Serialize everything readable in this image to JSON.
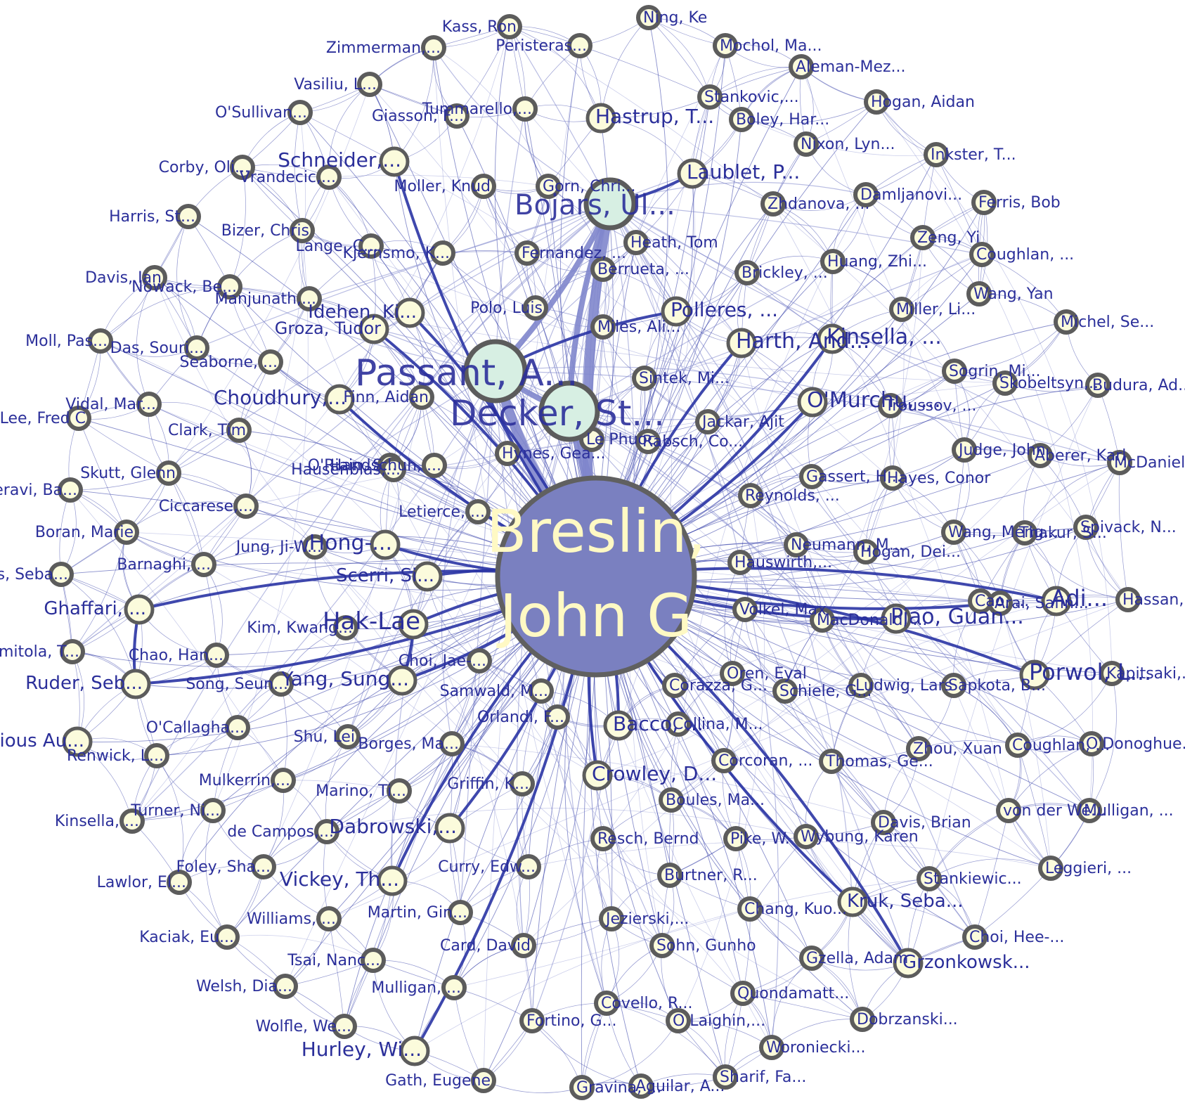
{
  "colors": {
    "edge_strong": "#2a34a4",
    "edge_light": "#7f86cc",
    "edge_faint": "#b9bde6",
    "label": "#2b2f9a",
    "label_large": "#2f78b0",
    "node_fill": "#fbfbdc",
    "node_fill_hub": "#d7efe3",
    "node_stroke": "#5c5c5c",
    "center_fill": "#7a80c0",
    "center_text": "#fff9c4"
  },
  "center": {
    "id": "breslin",
    "label_lines": [
      "Breslin,",
      "John G"
    ]
  },
  "hubs": [
    {
      "id": "passant",
      "label": "Passant, A..."
    },
    {
      "id": "decker",
      "label": "Decker, St..."
    },
    {
      "id": "bojars",
      "label": "Bojars, Ul..."
    }
  ],
  "nodes": [
    {
      "id": "kass",
      "label": "Kass, Ron"
    },
    {
      "id": "ning",
      "label": "Ning, Ke"
    },
    {
      "id": "zimmerman",
      "label": "Zimmerman,..."
    },
    {
      "id": "peristeras",
      "label": "Peristeras..."
    },
    {
      "id": "mochol",
      "label": "Mochol, Ma..."
    },
    {
      "id": "vasiliu",
      "label": "Vasiliu, L..."
    },
    {
      "id": "aleman",
      "label": "Aleman-Mez..."
    },
    {
      "id": "osullivan",
      "label": "O'Sullivan..."
    },
    {
      "id": "giasson",
      "label": "Giasson, F..."
    },
    {
      "id": "tummarello",
      "label": "Tummarello,..."
    },
    {
      "id": "hastrup",
      "label": "Hastrup, T..."
    },
    {
      "id": "stankovic",
      "label": "Stankovic,..."
    },
    {
      "id": "boley",
      "label": "Boley, Har..."
    },
    {
      "id": "hogan_aidan",
      "label": "Hogan, Aidan"
    },
    {
      "id": "nixon",
      "label": "Nixon, Lyn..."
    },
    {
      "id": "corby",
      "label": "Corby, Oli..."
    },
    {
      "id": "vrandecic",
      "label": "Vrandecic,..."
    },
    {
      "id": "schneider",
      "label": "Schneider,..."
    },
    {
      "id": "moller",
      "label": "Moller, Knud"
    },
    {
      "id": "gorn",
      "label": "Gorn, Chri..."
    },
    {
      "id": "laublet",
      "label": "Laublet, P..."
    },
    {
      "id": "inkster",
      "label": "Inkster, T..."
    },
    {
      "id": "zhdanova",
      "label": "Zhdanova, ..."
    },
    {
      "id": "damljanovic",
      "label": "Damljanovi..."
    },
    {
      "id": "ferris",
      "label": "Ferris, Bob"
    },
    {
      "id": "harris",
      "label": "Harris, St..."
    },
    {
      "id": "bizer",
      "label": "Bizer, Chris"
    },
    {
      "id": "lange",
      "label": "Lange, C..."
    },
    {
      "id": "kjernsmo",
      "label": "Kjernsmo, K..."
    },
    {
      "id": "fernandez",
      "label": "Fernandez, ..."
    },
    {
      "id": "heath",
      "label": "Heath, Tom"
    },
    {
      "id": "zeng",
      "label": "Zeng, Yi"
    },
    {
      "id": "coughlan_top",
      "label": "Coughlan, ..."
    },
    {
      "id": "berrueta",
      "label": "Berrueta, ..."
    },
    {
      "id": "brickley",
      "label": "Brickley, ..."
    },
    {
      "id": "huang",
      "label": "Huang, Zhi..."
    },
    {
      "id": "davis_ian",
      "label": "Davis, Ian"
    },
    {
      "id": "nowack",
      "label": "Nowack, Be..."
    },
    {
      "id": "manjunath",
      "label": "Manjunath,..."
    },
    {
      "id": "wang_yan",
      "label": "Wang, Yan"
    },
    {
      "id": "polo",
      "label": "Polo, Luis"
    },
    {
      "id": "miller",
      "label": "Miller, Li..."
    },
    {
      "id": "michel",
      "label": "Michel, Se..."
    },
    {
      "id": "idehen",
      "label": "Idehen, Ki..."
    },
    {
      "id": "polleres",
      "label": "Polleres, ..."
    },
    {
      "id": "moll",
      "label": "Moll, Pas..."
    },
    {
      "id": "groza",
      "label": "Groza, Tudor"
    },
    {
      "id": "miles",
      "label": "Miles, Ali..."
    },
    {
      "id": "harth",
      "label": "Harth, And..."
    },
    {
      "id": "kinsella_top",
      "label": "Kinsella, ..."
    },
    {
      "id": "das",
      "label": "Das, Souri..."
    },
    {
      "id": "seaborne",
      "label": "Seaborne, ..."
    },
    {
      "id": "sogrin",
      "label": "Sogrin, Mi..."
    },
    {
      "id": "sintek",
      "label": "Sintek, Mi..."
    },
    {
      "id": "skobeltsyn",
      "label": "Skobeltsyn,..."
    },
    {
      "id": "budura",
      "label": "Budura, Ad..."
    },
    {
      "id": "vidal",
      "label": "Vidal, Mar..."
    },
    {
      "id": "choudhury",
      "label": "Choudhury,..."
    },
    {
      "id": "finn",
      "label": "Finn, Aidan"
    },
    {
      "id": "omurchu",
      "label": "O'Murchu, ..."
    },
    {
      "id": "troussov",
      "label": "Troussov, ..."
    },
    {
      "id": "lee",
      "label": "Lee, Fred C"
    },
    {
      "id": "jackar",
      "label": "Jackar, Ajit"
    },
    {
      "id": "rabsch",
      "label": "Rabsch, Co..."
    },
    {
      "id": "clark",
      "label": "Clark, Tim"
    },
    {
      "id": "lephuoc",
      "label": "Le Phuoc, ..."
    },
    {
      "id": "judge",
      "label": "Judge, John"
    },
    {
      "id": "aberer",
      "label": "Aberer, Karl"
    },
    {
      "id": "mcdaniel",
      "label": "McDaniel, ..."
    },
    {
      "id": "oriain",
      "label": "O'Riain, S..."
    },
    {
      "id": "handschuh",
      "label": "Handschuh, ..."
    },
    {
      "id": "hynes",
      "label": "Hynes, Gea..."
    },
    {
      "id": "hausenblas",
      "label": "Hausenblas,..."
    },
    {
      "id": "skutt",
      "label": "Skutt, Glenn"
    },
    {
      "id": "gassert",
      "label": "Gassert, H..."
    },
    {
      "id": "hayes",
      "label": "Hayes, Conor"
    },
    {
      "id": "heravi",
      "label": "Heravi, Ba..."
    },
    {
      "id": "reynolds",
      "label": "Reynolds, ..."
    },
    {
      "id": "ciccarese",
      "label": "Ciccarese,..."
    },
    {
      "id": "letierce",
      "label": "Letierce, ..."
    },
    {
      "id": "thakur",
      "label": "Thakur, S..."
    },
    {
      "id": "spivack",
      "label": "Spivack, N..."
    },
    {
      "id": "boran",
      "label": "Boran, Marie"
    },
    {
      "id": "wang_meng",
      "label": "Wang, Meng..."
    },
    {
      "id": "jung",
      "label": "Jung, Ji-W..."
    },
    {
      "id": "hong",
      "label": "Hong-..."
    },
    {
      "id": "neumann",
      "label": "Neumann, M..."
    },
    {
      "id": "hogan_dei",
      "label": "Hogan, Dei..."
    },
    {
      "id": "barnaghi",
      "label": "Barnaghi, ..."
    },
    {
      "id": "hauswirth",
      "label": "Hauswirth,..."
    },
    {
      "id": "rios",
      "label": "Rios, Seba..."
    },
    {
      "id": "scerri",
      "label": "Scerri, Si..."
    },
    {
      "id": "arai",
      "label": "Arai, Safin..."
    },
    {
      "id": "cao",
      "label": "Cao, ..."
    },
    {
      "id": "adi",
      "label": "Adi..."
    },
    {
      "id": "hassan",
      "label": "Hassan, Is..."
    },
    {
      "id": "ghaffari",
      "label": "Ghaffari, ..."
    },
    {
      "id": "volkel",
      "label": "Volkel, Max"
    },
    {
      "id": "macdonald",
      "label": "MacDonald, ..."
    },
    {
      "id": "piao",
      "label": "Piao, Guan..."
    },
    {
      "id": "kim",
      "label": "Kim, Kwang..."
    },
    {
      "id": "hak_lae",
      "label": "Hak-Lae"
    },
    {
      "id": "omitola",
      "label": "Omitola, T..."
    },
    {
      "id": "chao",
      "label": "Chao, Han..."
    },
    {
      "id": "choi_jae",
      "label": "Choi, Jae-..."
    },
    {
      "id": "ruder",
      "label": "Ruder, Seb..."
    },
    {
      "id": "song",
      "label": "Song, Seun..."
    },
    {
      "id": "yang",
      "label": "Yang, Sung..."
    },
    {
      "id": "oren",
      "label": "Oren, Eyal"
    },
    {
      "id": "porwol",
      "label": "Porwol, L..."
    },
    {
      "id": "kapitsaki",
      "label": "Kapitsaki,..."
    },
    {
      "id": "samwald",
      "label": "Samwald, M..."
    },
    {
      "id": "corazza",
      "label": "Corazza, G..."
    },
    {
      "id": "schiele",
      "label": "Schiele, G..."
    },
    {
      "id": "ludwig",
      "label": "Ludwig, Lars"
    },
    {
      "id": "sapkota",
      "label": "Sapkota, B..."
    },
    {
      "id": "orlandi",
      "label": "Orlandi, F..."
    },
    {
      "id": "ocallaghan",
      "label": "O'Callagha..."
    },
    {
      "id": "various",
      "label": "Various Au..."
    },
    {
      "id": "shu",
      "label": "Shu, Lei"
    },
    {
      "id": "bacco",
      "label": "Bacco, ..."
    },
    {
      "id": "collina",
      "label": "Collina, M..."
    },
    {
      "id": "renwick",
      "label": "Renwick, L..."
    },
    {
      "id": "borges",
      "label": "Borges, Ma..."
    },
    {
      "id": "corcoran",
      "label": "Corcoran, ..."
    },
    {
      "id": "thomas",
      "label": "Thomas, Ge..."
    },
    {
      "id": "zhou",
      "label": "Zhou, Xuan"
    },
    {
      "id": "coughlan_mid",
      "label": "Coughlan, ..."
    },
    {
      "id": "odonoghue",
      "label": "O'Donoghue..."
    },
    {
      "id": "mulkerrin",
      "label": "Mulkerrin,..."
    },
    {
      "id": "griffin",
      "label": "Griffin, K..."
    },
    {
      "id": "crowley",
      "label": "Crowley, D..."
    },
    {
      "id": "marino",
      "label": "Marino, Ti..."
    },
    {
      "id": "boules",
      "label": "Boules, Ma..."
    },
    {
      "id": "turner",
      "label": "Turner, Ni..."
    },
    {
      "id": "vonderwe",
      "label": "von der We..."
    },
    {
      "id": "mulligan_r",
      "label": "Mulligan, ..."
    },
    {
      "id": "kinsella_l",
      "label": "Kinsella, ..."
    },
    {
      "id": "decampos",
      "label": "de Campos,..."
    },
    {
      "id": "dabrowski",
      "label": "Dabrowski,..."
    },
    {
      "id": "davis_brian",
      "label": "Davis, Brian"
    },
    {
      "id": "resch",
      "label": "Resch, Bernd"
    },
    {
      "id": "pike",
      "label": "Pike, W."
    },
    {
      "id": "wybung",
      "label": "Wybung, Karen"
    },
    {
      "id": "foley",
      "label": "Foley, Sha..."
    },
    {
      "id": "leggieri",
      "label": "Leggieri, ..."
    },
    {
      "id": "lawlor",
      "label": "Lawlor, El..."
    },
    {
      "id": "vickey",
      "label": "Vickey, Th..."
    },
    {
      "id": "curry",
      "label": "Curry, Edw..."
    },
    {
      "id": "burtner",
      "label": "Burtner, R..."
    },
    {
      "id": "stankiewicz",
      "label": "Stankiewic..."
    },
    {
      "id": "kruk",
      "label": "Kruk, Seba..."
    },
    {
      "id": "chang",
      "label": "Chang, Kuo..."
    },
    {
      "id": "williams",
      "label": "Williams, ..."
    },
    {
      "id": "martin",
      "label": "Martin, Gin..."
    },
    {
      "id": "jezierski",
      "label": "Jezierski,..."
    },
    {
      "id": "choi_hee",
      "label": "Choi, Hee-..."
    },
    {
      "id": "kaciak",
      "label": "Kaciak, Eu..."
    },
    {
      "id": "card",
      "label": "Card, David"
    },
    {
      "id": "sohn",
      "label": "Sohn, Gunho"
    },
    {
      "id": "tsai",
      "label": "Tsai, Nanc..."
    },
    {
      "id": "gzella",
      "label": "Gzella, Adam"
    },
    {
      "id": "grzonkowski",
      "label": "Grzonkowsk..."
    },
    {
      "id": "welsh",
      "label": "Welsh, Dia..."
    },
    {
      "id": "mulligan_b",
      "label": "Mulligan, ..."
    },
    {
      "id": "quondamatteo",
      "label": "Quondamatt..."
    },
    {
      "id": "covello",
      "label": "Covello, R..."
    },
    {
      "id": "dobrzanski",
      "label": "Dobrzanski..."
    },
    {
      "id": "fortino",
      "label": "Fortino, G..."
    },
    {
      "id": "olaighin",
      "label": "O Laighin,..."
    },
    {
      "id": "wolfle",
      "label": "Wolfle, We..."
    },
    {
      "id": "woroniecki",
      "label": "Woroniecki..."
    },
    {
      "id": "hurley",
      "label": "Hurley, Wi..."
    },
    {
      "id": "gath",
      "label": "Gath, Eugene"
    },
    {
      "id": "sharif",
      "label": "Sharif, Fa..."
    },
    {
      "id": "gravina",
      "label": "Gravina, ..."
    },
    {
      "id": "aguilar",
      "label": "Aguilar, A..."
    }
  ],
  "strong_edges": [
    [
      "breslin",
      "passant"
    ],
    [
      "breslin",
      "decker"
    ],
    [
      "breslin",
      "bojars"
    ],
    [
      "passant",
      "bojars"
    ],
    [
      "decker",
      "bojars"
    ],
    [
      "passant",
      "decker"
    ],
    [
      "breslin",
      "harth"
    ],
    [
      "breslin",
      "kinsella_top"
    ],
    [
      "breslin",
      "porwol"
    ],
    [
      "breslin",
      "piao"
    ],
    [
      "breslin",
      "adi"
    ],
    [
      "breslin",
      "hak_lae"
    ],
    [
      "breslin",
      "yang"
    ],
    [
      "breslin",
      "crowley"
    ],
    [
      "breslin",
      "hurley"
    ],
    [
      "breslin",
      "vickey"
    ],
    [
      "breslin",
      "grzonkowski"
    ],
    [
      "breslin",
      "kruk"
    ],
    [
      "breslin",
      "choudhury"
    ],
    [
      "breslin",
      "omurchu"
    ],
    [
      "breslin",
      "dabrowski"
    ],
    [
      "breslin",
      "ghaffari"
    ],
    [
      "breslin",
      "ruder"
    ],
    [
      "breslin",
      "idehen"
    ],
    [
      "breslin",
      "schneider"
    ],
    [
      "breslin",
      "groza"
    ],
    [
      "breslin",
      "hong"
    ],
    [
      "breslin",
      "scerri"
    ],
    [
      "hak_lae",
      "yang"
    ],
    [
      "ghaffari",
      "ruder"
    ],
    [
      "passant",
      "polleres"
    ],
    [
      "bojars",
      "laublet"
    ],
    [
      "breslin",
      "bacco"
    ],
    [
      "breslin",
      "arai"
    ]
  ]
}
